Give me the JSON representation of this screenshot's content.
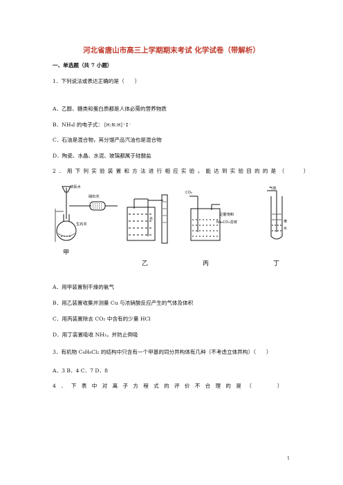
{
  "title": "河北省唐山市高三上学期期末考试 化学试卷（带解析）",
  "section": "一、单选题（共 7 小题）",
  "q1": {
    "stem": "1．下列说法或表达正确的是（　　）",
    "options": [
      "A．乙醇、糖类和蛋白质都是人体必需的营养物质",
      "B．NH₄I 的电子式：",
      "C．石油是混合物，其分馏产品汽油也是混合物",
      "D．陶瓷、水晶、水泥、玻璃都属于硅酸盐"
    ],
    "formula": "[H:N:H]⁺I⁻"
  },
  "q2": {
    "stem": "2．用下列实验装置和方法进行相应实验，能达到实验目的的是（　　）",
    "figure_labels": {
      "a_top": "浓氨水",
      "a_lime": "碱石灰",
      "a_quick": "生石灰",
      "b_water": "水",
      "c_gas": "CO₂",
      "c_sol1": "足量饱和",
      "c_sol2": "Na₂CO₃溶液",
      "d_gas": "气体",
      "d_benz": "苯",
      "d_water": "水",
      "captions": [
        "甲",
        "乙",
        "丙",
        "丁"
      ]
    },
    "options": [
      "A．用甲装置制干燥的氨气",
      "B．用乙装置收集并测量 Cu 与浓硝酸反应产生的气体及体积",
      "C．用丙装置除去 CO₂ 中含有的少量 HCl",
      "D．用丁装置吸收 NH₃，并防止倒吸"
    ]
  },
  "q3": {
    "stem": "3．有机物 C₄H₈Cl₂ 的结构中只含有一个甲基的同分异构体有几种（不考虑立体异构）（　　）",
    "options": "A．3 B．4 C．7 D．8"
  },
  "q4": {
    "stem": "4．下表中对离子方程式的评价不合理的是（　　）"
  },
  "page_number": "1"
}
